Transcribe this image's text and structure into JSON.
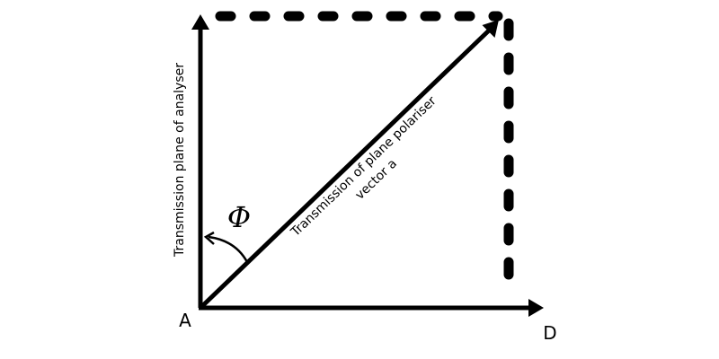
{
  "diagram": {
    "points": {
      "origin_label": "A",
      "x_end_label": "D"
    },
    "labels": {
      "analyser_axis": "Transmission plane of analyser",
      "polariser_line1": "Transmission of plane polariser",
      "polariser_line2": "vector a",
      "angle_symbol": "Φ"
    },
    "colors": {
      "stroke": "#000000",
      "background": "#ffffff"
    }
  }
}
